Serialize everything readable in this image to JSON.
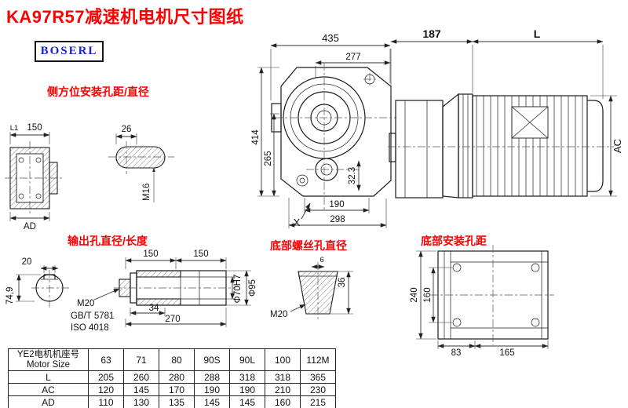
{
  "header": {
    "title": "KA97R57减速机电机尺寸图纸",
    "brand": "BOSERL"
  },
  "annotations": {
    "side_hole": "侧方位安装孔距/直径",
    "output_shaft": "输出孔直径/长度",
    "bottom_screw": "底部螺丝孔直径",
    "bottom_mount": "底部安装孔距"
  },
  "front_view": {
    "dim_width_total": "435",
    "dim_width_upper": "277",
    "dim_height_total": "414",
    "dim_height_inner": "265",
    "dim_angle": "32.3",
    "dim_bottom_inner": "190",
    "dim_bottom_outer": "298",
    "mark_x": "X"
  },
  "side_view": {
    "dim_adapter": "187",
    "dim_motor_length": "L",
    "dim_motor_diameter": "AC"
  },
  "flange_view": {
    "dim_l1": "L1",
    "dim_width": "150",
    "dim_ad": "AD"
  },
  "side_hole_detail": {
    "dim_width": "26",
    "thread": "M16"
  },
  "output_shaft_detail": {
    "dim_key_width": "20",
    "dim_across": "74,9",
    "dim_len1": "150",
    "dim_len2": "150",
    "thread": "M20",
    "standard_gb": "GB/T 5781",
    "standard_iso": "ISO 4018",
    "dim_engage": "34",
    "dim_total": "270",
    "dim_bore": "Φ70H7",
    "dim_outer": "Φ95"
  },
  "bottom_screw_detail": {
    "dim_top": "6",
    "dim_height": "36",
    "thread": "M20"
  },
  "bottom_mount_view": {
    "dim_height": "240",
    "dim_inner": "160",
    "dim_left": "83",
    "dim_right": "165"
  },
  "table": {
    "header_cn": "YE2电机机座号",
    "header_en": "Motor Size",
    "columns": [
      "63",
      "71",
      "80",
      "90S",
      "90L",
      "100",
      "112M"
    ],
    "rows": [
      {
        "label": "L",
        "values": [
          "205",
          "260",
          "280",
          "288",
          "318",
          "318",
          "365"
        ]
      },
      {
        "label": "AC",
        "values": [
          "120",
          "145",
          "170",
          "190",
          "190",
          "210",
          "230"
        ]
      },
      {
        "label": "AD",
        "values": [
          "110",
          "130",
          "135",
          "145",
          "145",
          "160",
          "215"
        ]
      }
    ]
  }
}
